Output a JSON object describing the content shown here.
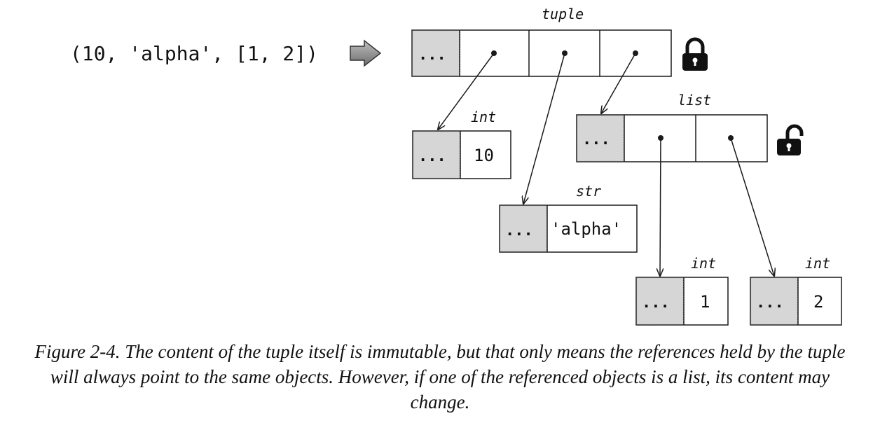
{
  "expression": "(10, 'alpha', [1, 2])",
  "tuple": {
    "type": "tuple",
    "header": "..."
  },
  "list": {
    "type": "list",
    "header": "..."
  },
  "int_10": {
    "type": "int",
    "header": "...",
    "value": "10"
  },
  "str_alpha": {
    "type": "str",
    "header": "...",
    "value": "'alpha'"
  },
  "int_1": {
    "type": "int",
    "header": "...",
    "value": "1"
  },
  "int_2": {
    "type": "int",
    "header": "...",
    "value": "2"
  },
  "icons": {
    "tuple_lock": "locked-padlock-icon",
    "list_lock": "unlocked-padlock-icon",
    "arrow": "block-arrow-right-icon"
  },
  "colors": {
    "header_fill": "#d6d6d6",
    "ink": "#1a1a1a",
    "arrow_fill": "#888888"
  },
  "caption": "Figure 2-4. The content of the tuple itself is immutable, but that only means the references held by the tuple will always point to the same objects. However, if one of the referenced objects is a list, its content may change."
}
